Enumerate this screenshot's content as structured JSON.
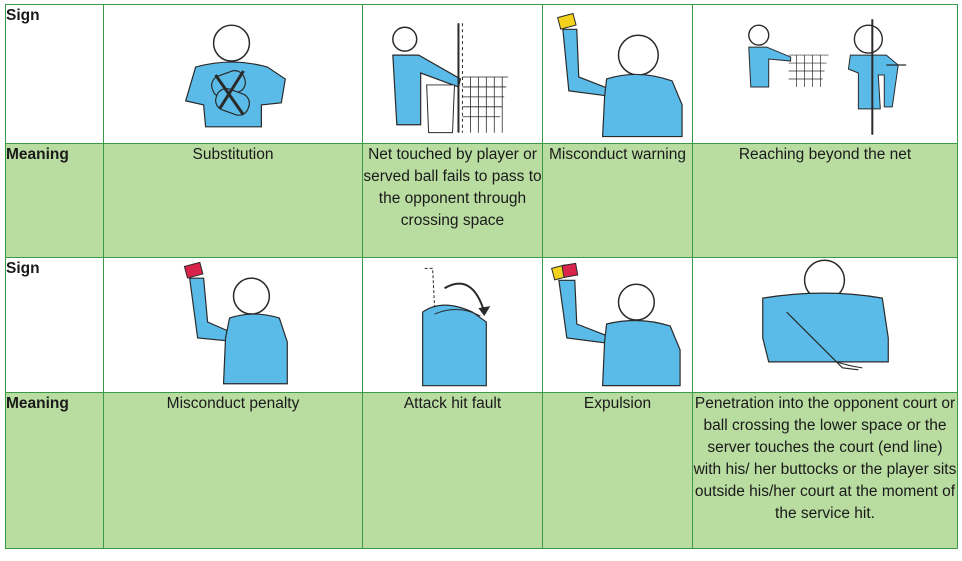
{
  "rows": [
    {
      "header": "Sign",
      "icons": [
        "substitution-icon",
        "net-touched-icon",
        "misconduct-warning-icon",
        "reaching-beyond-net-icon"
      ]
    },
    {
      "header": "Meaning",
      "cells": [
        "Substitution",
        "Net touched by player or served ball fails to pass to the opponent through crossing space",
        "Misconduct warning",
        "Reaching beyond the net"
      ]
    },
    {
      "header": "Sign",
      "icons": [
        "misconduct-penalty-icon",
        "attack-hit-fault-icon",
        "expulsion-icon",
        "penetration-icon"
      ]
    },
    {
      "header": "Meaning",
      "cells": [
        "Misconduct penalty",
        "Attack hit fault",
        "Expulsion",
        "Penetration into the opponent court or ball crossing the lower space or the server touches the court (end line) with his/ her buttocks or the player sits outside his/her court at the moment of the service hit."
      ]
    }
  ],
  "colors": {
    "figure_blue": "#5bbbe8",
    "outline": "#2a2a2a",
    "yellow_card": "#f2d21c",
    "red_card": "#d8244a",
    "meaning_bg": "#b9dca1",
    "grid_border": "#3a9a48"
  }
}
